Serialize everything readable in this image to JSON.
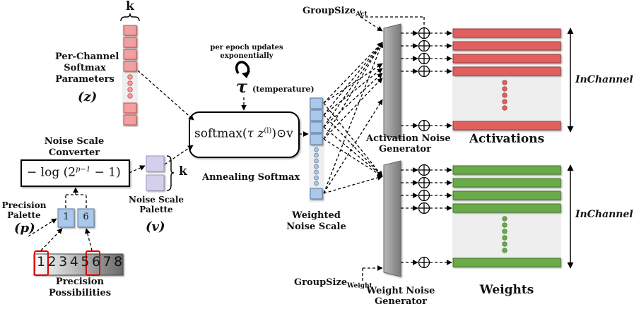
{
  "softmax_params": {
    "k_label": "k",
    "title_lines": [
      "Per-Channel",
      "Softmax",
      "Parameters"
    ],
    "symbol": "(z)"
  },
  "temperature": {
    "update_lines": [
      "per epoch updates",
      "exponentially"
    ],
    "tau_symbol": "τ",
    "tau_label": "(temperature)"
  },
  "annealing": {
    "formula": "softmax(τ z(l))⊙v",
    "formula_main": "softmax(",
    "formula_tau": "τ z",
    "formula_sup": "(l)",
    "formula_end": ")⊙v",
    "label": "Annealing Softmax"
  },
  "noise_converter": {
    "title_lines": [
      "Noise Scale",
      "Converter"
    ],
    "formula": "− log (2p−1 − 1)",
    "formula_pre": "− log (2",
    "formula_sup": "p−1",
    "formula_post": " − 1)"
  },
  "noise_palette": {
    "k_label": "k",
    "title_lines": [
      "Noise Scale",
      "Palette"
    ],
    "symbol": "(v)"
  },
  "precision_palette": {
    "title_lines": [
      "Precision",
      "Palette"
    ],
    "symbol": "(p)",
    "values": [
      "1",
      "6"
    ]
  },
  "precision_possibilities": {
    "digits": [
      "1",
      "2",
      "3",
      "4",
      "5",
      "6",
      "7",
      "8"
    ],
    "title_lines": [
      "Precision",
      "Possibilities"
    ]
  },
  "weighted_noise": {
    "title_lines": [
      "Weighted",
      "Noise Scale"
    ]
  },
  "groupsize_act": {
    "text": "GroupSize",
    "sub": "Act"
  },
  "groupsize_weight": {
    "text": "GroupSize",
    "sub": "Weight"
  },
  "act_generator": {
    "title_lines": [
      "Activation Noise",
      "Generator"
    ]
  },
  "weight_generator": {
    "title_lines": [
      "Weight Noise",
      "Generator"
    ]
  },
  "activations": {
    "label": "Activations",
    "inchannel": "InChannel"
  },
  "weights": {
    "label": "Weights",
    "inchannel": "InChannel"
  },
  "colors": {
    "red": "#e06060",
    "red_light": "#f0a0a0",
    "green": "#6aaa4a",
    "blue_light": "#a9c8ec",
    "lavender": "#d4d0ec",
    "generator": "#909090",
    "panel_gray": "#eeeeee"
  }
}
